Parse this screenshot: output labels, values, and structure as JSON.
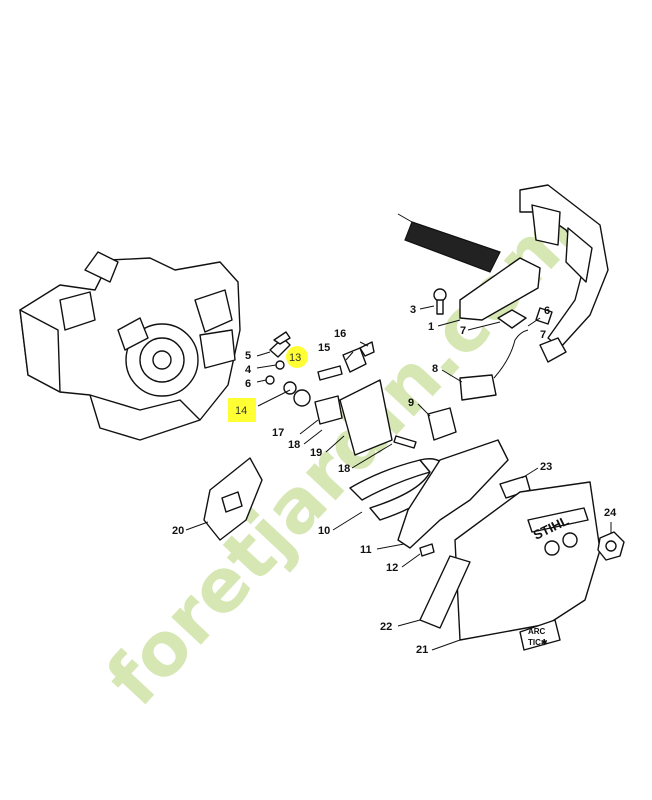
{
  "watermark": {
    "text": "foretjardin.com",
    "color_green": "#cfe3a8",
    "color_orange": "#f3c9a0",
    "color_tan": "#ddd0bd"
  },
  "highlight_color": "#ffff33",
  "cover_brand": "STIHL",
  "arctic_label_1": "ARC",
  "arctic_label_2": "TIC✱",
  "callouts": {
    "c1": "1",
    "c3": "3",
    "c4": "4",
    "c5": "5",
    "c6a": "6",
    "c6b": "6",
    "c7a": "7",
    "c7b": "7",
    "c8": "8",
    "c9": "9",
    "c10": "10",
    "c11": "11",
    "c12": "12",
    "c13": "13",
    "c14": "14",
    "c15": "15",
    "c16": "16",
    "c17": "17",
    "c18a": "18",
    "c18b": "18",
    "c19": "19",
    "c20": "20",
    "c21": "21",
    "c22": "22",
    "c23": "23",
    "c24": "24"
  }
}
